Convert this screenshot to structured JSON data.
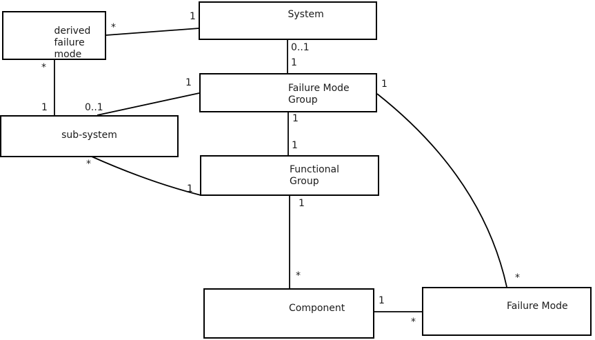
{
  "diagram_type": "uml-entity-relationship-diagram",
  "colors": {
    "background": "#ffffff",
    "line_color": "#000000",
    "text_color": "#1a1a1a",
    "box_fill": "#ffffff"
  },
  "entities": {
    "derived_failure_mode": {
      "label": "derived\nfailure\nmode"
    },
    "system": {
      "label": "System"
    },
    "failure_mode_group": {
      "label": "Failure Mode\nGroup"
    },
    "sub_system": {
      "label": "sub-system"
    },
    "functional_group": {
      "label": "Functional\nGroup"
    },
    "component": {
      "label": "Component"
    },
    "failure_mode": {
      "label": "Failure Mode"
    }
  },
  "connections": [
    {
      "from": "system",
      "to": "derived_failure_mode",
      "from_label": "1",
      "to_label": "*"
    },
    {
      "from": "system",
      "to": "failure_mode_group",
      "from_label": "0..1",
      "to_label": "1"
    },
    {
      "from": "derived_failure_mode",
      "to": "sub_system",
      "from_label": "*",
      "to_label": "1"
    },
    {
      "from": "failure_mode_group",
      "to": "sub_system",
      "from_label": "1",
      "to_label": "0..1"
    },
    {
      "from": "failure_mode_group",
      "to": "functional_group",
      "from_label": "1",
      "to_label": "1"
    },
    {
      "from": "sub_system",
      "to": "functional_group",
      "from_label": "*",
      "to_label": "1"
    },
    {
      "from": "functional_group",
      "to": "component",
      "from_label": "1",
      "to_label": "*"
    },
    {
      "from": "component",
      "to": "failure_mode",
      "from_label": "1",
      "to_label": "*"
    },
    {
      "from": "failure_mode_group",
      "to": "failure_mode",
      "from_label": "1",
      "to_label": "*"
    }
  ]
}
